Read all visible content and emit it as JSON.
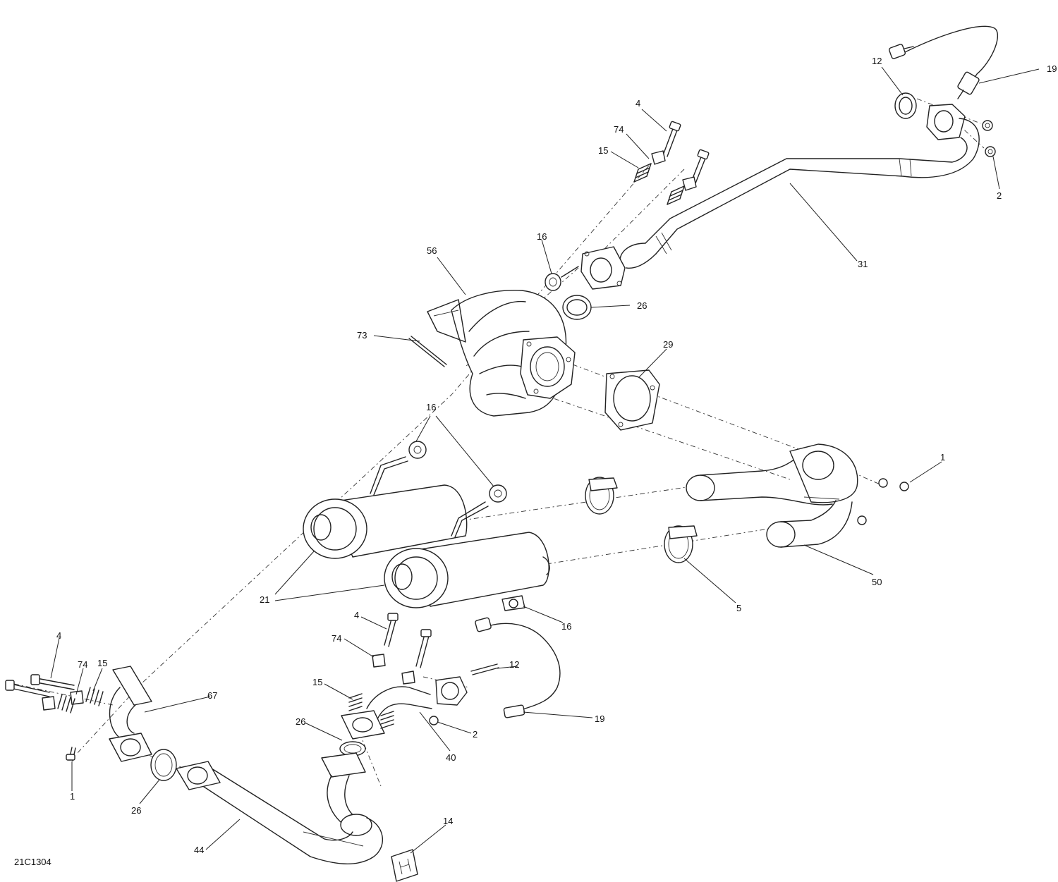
{
  "diagram": {
    "reference_code": "21C1304",
    "callouts": {
      "c19_top": "19",
      "c12_top": "12",
      "c2_top": "2",
      "c4_top": "4",
      "c74_top": "74",
      "c15_top": "15",
      "c31": "31",
      "c16_top": "16",
      "c56": "56",
      "c26_top": "26",
      "c73": "73",
      "c29": "29",
      "c16_mid": "16",
      "c1_right": "1",
      "c50": "50",
      "c21": "21",
      "c5": "5",
      "c16_low": "16",
      "c4_mid": "4",
      "c74_mid": "74",
      "c12_mid": "12",
      "c15_mid": "15",
      "c19_low": "19",
      "c2_low": "2",
      "c26_mid": "26",
      "c40": "40",
      "c4_left": "4",
      "c74_left": "74",
      "c15_left": "15",
      "c67": "67",
      "c1_left": "1",
      "c26_low": "26",
      "c44": "44",
      "c14": "14"
    }
  }
}
